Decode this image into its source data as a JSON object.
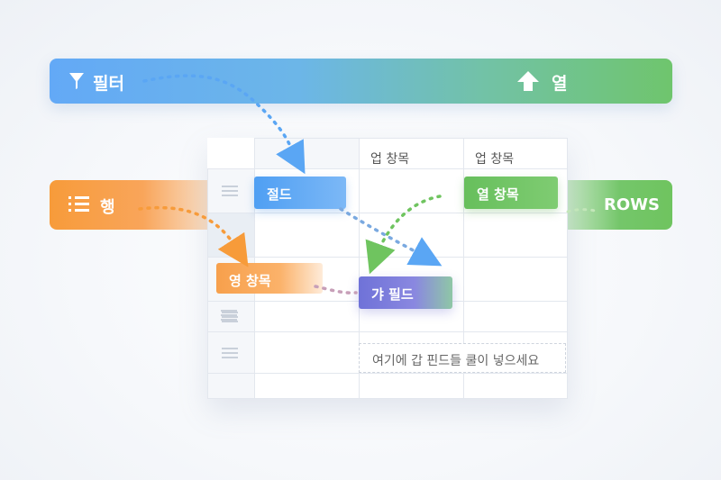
{
  "top_bar": {
    "filter_label": "필터",
    "column_label": "열",
    "filter_icon": "filter-icon",
    "up_icon": "arrow-up-icon"
  },
  "rows_bar": {
    "label": "행",
    "icon": "list-icon"
  },
  "right_bar": {
    "label": "ROWS"
  },
  "grid": {
    "headers": [
      "업 창목",
      "업 창목"
    ],
    "drop_zone_text": "여기에 갑 핀드들 쿨이 넣으세요"
  },
  "chips": {
    "blue": "절드",
    "green": "열 창목",
    "orange": "영 창목",
    "purple": "갸 필드"
  },
  "colors": {
    "blue": "#5aa6f4",
    "green": "#6fc45f",
    "orange": "#f79b3a",
    "purple": "#6f72d8"
  }
}
